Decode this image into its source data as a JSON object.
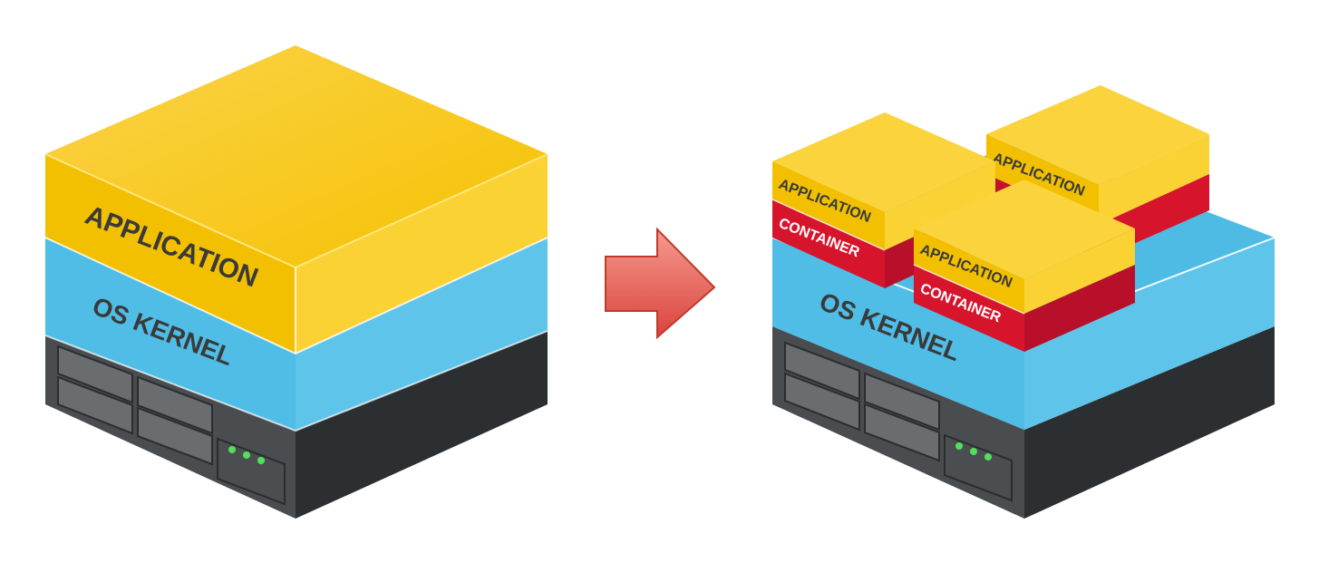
{
  "left_stack": {
    "application_label": "APPLICATION",
    "os_label": "OS KERNEL"
  },
  "right_stack": {
    "os_label": "OS KERNEL",
    "containers": [
      {
        "app_label": "APPLICATION",
        "container_label": "CONTAINER"
      },
      {
        "app_label": "APPLICATION",
        "container_label": ""
      },
      {
        "app_label": "APPLICATION",
        "container_label": "CONTAINER"
      }
    ]
  },
  "colors": {
    "application": "#f7c600",
    "os_kernel": "#5bc2ea",
    "container": "#d6142c",
    "server": "#3a3d3f",
    "arrow": "#e8554e",
    "led": "#52e05a"
  }
}
